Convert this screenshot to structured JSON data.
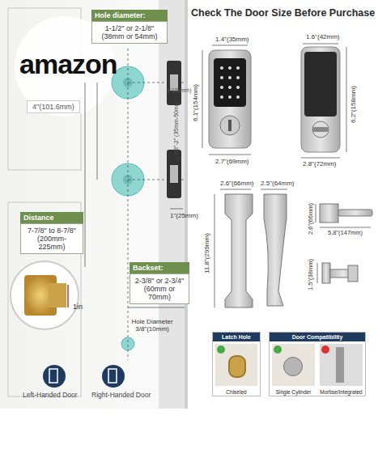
{
  "diagram": {
    "title": "Check The Door Size Before Purchase",
    "nodes": [
      {
        "text": [
          "Hole diameter:",
          "1-1/2\" or 2-1/8\" (38mm or 54mm)"
        ]
      },
      {
        "text": [
          "Distance",
          "7-7/8\" to 8-7/8\" (200mm-225mm)"
        ]
      },
      {
        "text": [
          "Backset:",
          "2-3/8\" or 2-3/4\" (60mm or 70mm)"
        ]
      },
      {
        "text": [
          "Latch Hole",
          "Chiseled"
        ]
      },
      {
        "text": [
          "Door Compatibility",
          "Single Cylinder",
          "Mortise/Integrated"
        ]
      }
    ],
    "labels": [
      "amazon",
      "1\"(25mm)",
      "4\"(101.6mm)",
      "1-3/8\"-2\" (35mm-50mm)",
      "1\"(25mm)",
      "1in",
      "Hole Diameter 3/8\"(10mm)",
      "Left-Handed Door",
      "Right-Handed Door",
      "1.4\"(35mm)",
      "6.1\"(154mm)",
      "2.7\"(69mm)",
      "1.6\"(42mm)",
      "6.2\"(158mm)",
      "2.8\"(72mm)",
      "2.6\"(66mm)",
      "2.5\"(64mm)",
      "11.8\"(299mm)",
      "2.6\"(66mm)",
      "5.8\"(147mm)",
      "1.5\"(38mm)"
    ]
  }
}
